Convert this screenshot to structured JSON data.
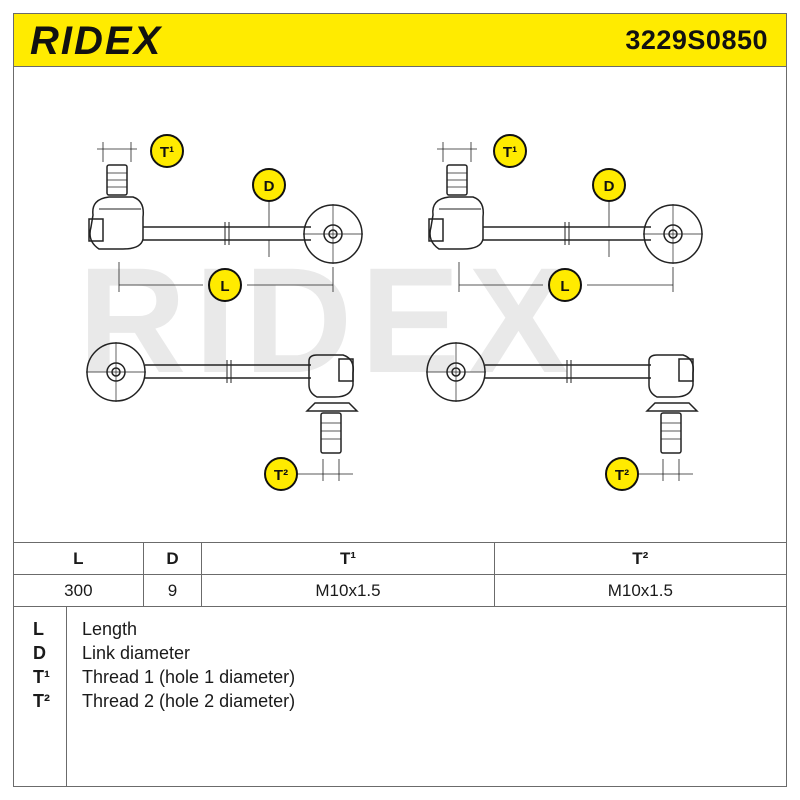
{
  "header": {
    "brand": "RIDEX",
    "part_number": "3229S0850",
    "colors": {
      "yellow": "#ffeb00",
      "text": "#111111",
      "watermark": "#e6e6e6"
    }
  },
  "drawing": {
    "callouts": {
      "t1": "T¹",
      "t2": "T²",
      "d": "D",
      "l": "L"
    }
  },
  "table": {
    "headers": [
      "L",
      "D",
      "T¹",
      "T²"
    ],
    "values": [
      "300",
      "9",
      "M10x1.5",
      "M10x1.5"
    ]
  },
  "legend": [
    {
      "key": "L",
      "text": "Length"
    },
    {
      "key": "D",
      "text": "Link diameter"
    },
    {
      "key": "T¹",
      "text": "Thread 1 (hole 1 diameter)"
    },
    {
      "key": "T²",
      "text": "Thread 2 (hole 2 diameter)"
    }
  ]
}
